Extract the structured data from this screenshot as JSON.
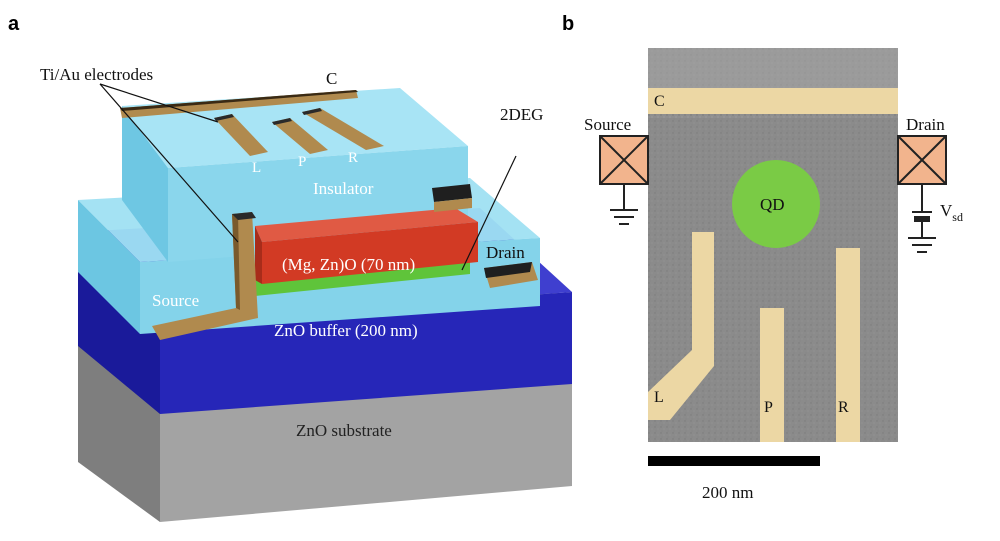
{
  "panel_a": {
    "letter": "a",
    "labels": {
      "electrodes": "Ti/Au electrodes",
      "gate_c": "C",
      "gate_l": "L",
      "gate_p": "P",
      "gate_r": "R",
      "twodeg": "2DEG",
      "insulator": "Insulator",
      "mgzno": "(Mg, Zn)O (70 nm)",
      "source": "Source",
      "drain": "Drain",
      "buffer": "ZnO buffer (200 nm)",
      "substrate": "ZnO substrate"
    },
    "colors": {
      "substrate": "#9a9a9a",
      "buffer": "#2323b4",
      "insulator": "#7fd3ec",
      "mgzno": "#d23a24",
      "twodeg": "#5fc43a",
      "electrode": "#b08a4e"
    }
  },
  "panel_b": {
    "letter": "b",
    "labels": {
      "gate_c": "C",
      "gate_l": "L",
      "gate_p": "P",
      "gate_r": "R",
      "qd": "QD",
      "source": "Source",
      "drain": "Drain",
      "vsd_main": "V",
      "vsd_sub": "sd",
      "scale": "200 nm"
    },
    "colors": {
      "micrograph": "#8e8e8e",
      "gate": "#ecd7a4",
      "qd": "#7acb45",
      "contact": "#f2b48d"
    }
  }
}
